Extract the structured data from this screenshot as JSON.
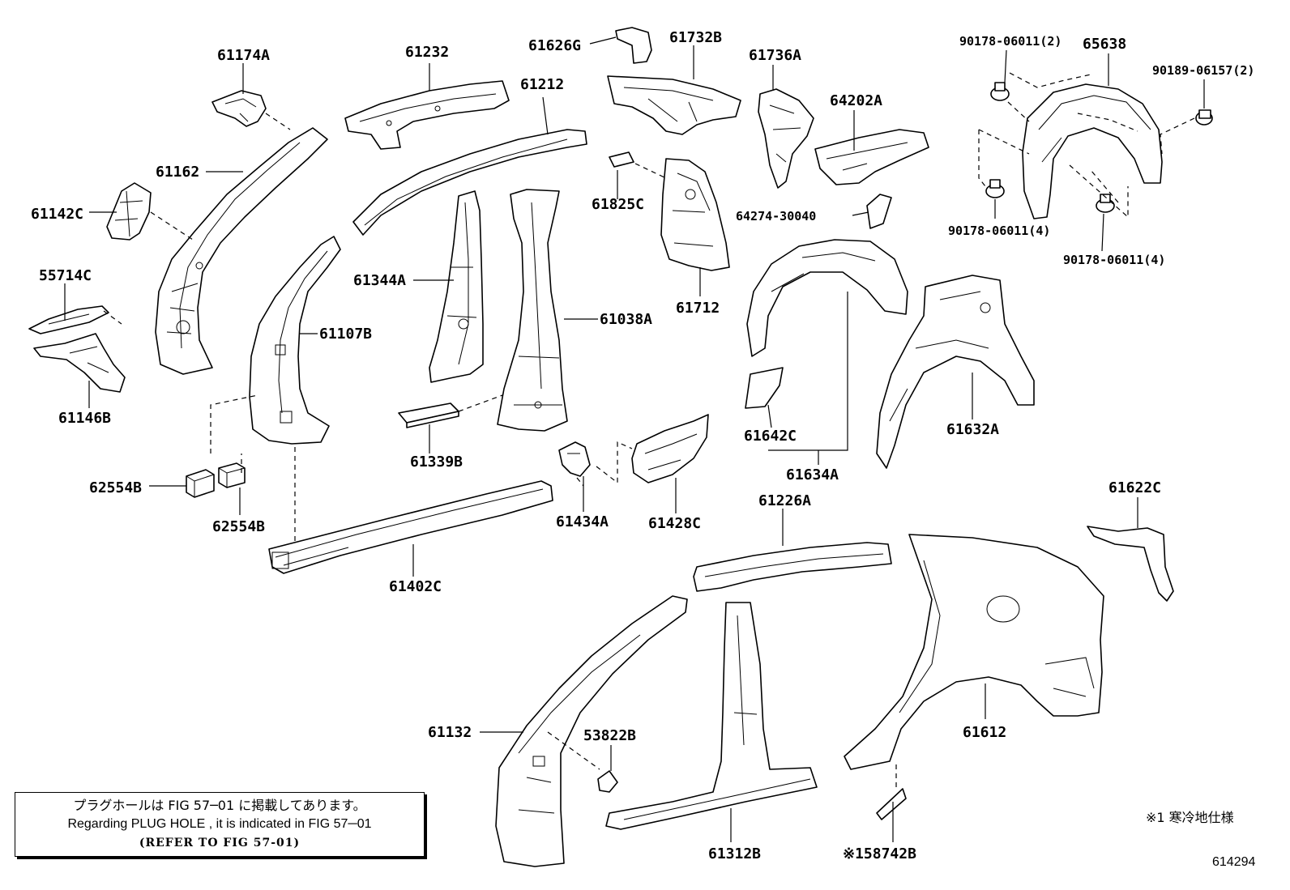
{
  "diagram": {
    "part_labels": {
      "p61174A": "61174A",
      "p61232": "61232",
      "p61626G": "61626G",
      "p61732B": "61732B",
      "p61736A": "61736A",
      "p90178_06011_2": "90178-06011(2)",
      "p65638": "65638",
      "p90189_06157_2": "90189-06157(2)",
      "p61212": "61212",
      "p64202A": "64202A",
      "p61162": "61162",
      "p61142C": "61142C",
      "p61825C": "61825C",
      "p64274_30040": "64274-30040",
      "p90178_06011_4a": "90178-06011(4)",
      "p90178_06011_4b": "90178-06011(4)",
      "p55714C": "55714C",
      "p61344A": "61344A",
      "p61038A": "61038A",
      "p61712": "61712",
      "p61107B": "61107B",
      "p61146B": "61146B",
      "p61642C": "61642C",
      "p61632A": "61632A",
      "p61339B": "61339B",
      "p61634A": "61634A",
      "p62554B_a": "62554B",
      "p62554B_b": "62554B",
      "p61434A": "61434A",
      "p61428C": "61428C",
      "p61622C": "61622C",
      "p61226A": "61226A",
      "p61402C": "61402C",
      "p61132": "61132",
      "p53822B": "53822B",
      "p61612": "61612",
      "p61312B": "61312B",
      "p158742B": "※158742B"
    },
    "note": {
      "japanese": "プラグホールは FIG 57─01 に掲載してあります。",
      "english": "Regarding PLUG HOLE , it is indicated in FIG 57─01",
      "reference": "(REFER TO FIG 57-01)"
    },
    "footnote": "※1 寒冷地仕様",
    "diagram_id": "614294"
  }
}
